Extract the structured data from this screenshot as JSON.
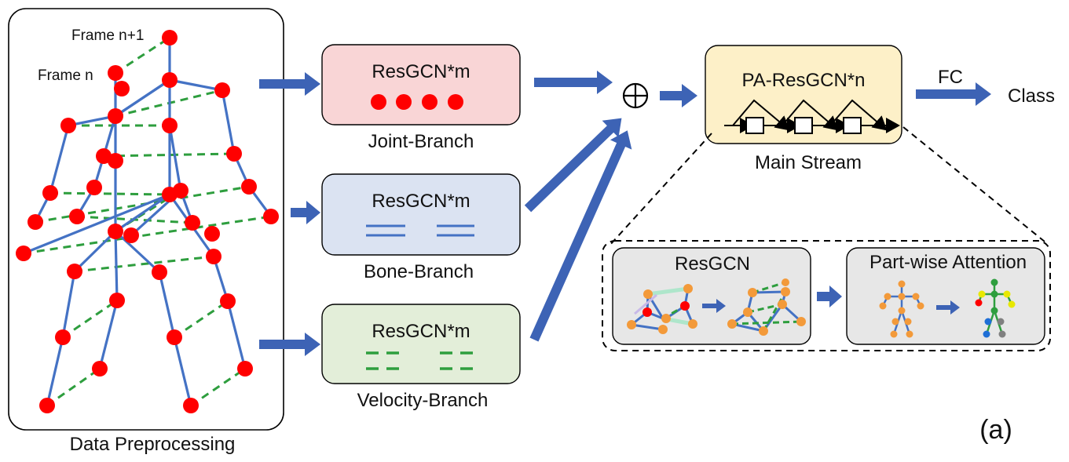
{
  "preprocessing": {
    "label": "Data Preprocessing",
    "frame_n1_label": "Frame n+1",
    "frame_n_label": "Frame n"
  },
  "branches": [
    {
      "title": "ResGCN*m",
      "caption": "Joint-Branch",
      "fill": "#f9d5d6",
      "glyph": "dots"
    },
    {
      "title": "ResGCN*m",
      "caption": "Bone-Branch",
      "fill": "#dbe3f2",
      "glyph": "solid-lines"
    },
    {
      "title": "ResGCN*m",
      "caption": "Velocity-Branch",
      "fill": "#e3eed9",
      "glyph": "dashed-lines"
    }
  ],
  "fusion_symbol": "⊕",
  "main_stream": {
    "title": "PA-ResGCN*n",
    "caption": "Main Stream",
    "fill": "#fdf0c8"
  },
  "fc_label": "FC",
  "class_label": "Class",
  "detail": {
    "resgcn_title": "ResGCN",
    "attention_title": "Part-wise Attention"
  },
  "panel_label": "(a)",
  "colors": {
    "arrow": "#3d63b5",
    "joint": "#ff0000",
    "bone": "#4472c4",
    "link": "#2e9e3e",
    "node_orange": "#f39a3a"
  }
}
